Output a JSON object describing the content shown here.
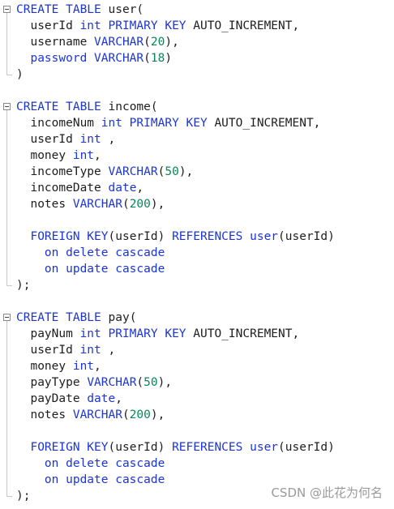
{
  "blocks": [
    {
      "lines": [
        [
          [
            "kw",
            "CREATE TABLE "
          ],
          [
            "plain",
            "user("
          ]
        ],
        [
          [
            "plain",
            "  userId "
          ],
          [
            "kw",
            "int PRIMARY KEY "
          ],
          [
            "plain",
            "AUTO_INCREMENT,"
          ]
        ],
        [
          [
            "plain",
            "  username "
          ],
          [
            "kw",
            "VARCHAR"
          ],
          [
            "plain",
            "("
          ],
          [
            "num",
            "20"
          ],
          [
            "plain",
            "),"
          ]
        ],
        [
          [
            "kw",
            "  password "
          ],
          [
            "kw",
            "VARCHAR"
          ],
          [
            "plain",
            "("
          ],
          [
            "num",
            "18"
          ],
          [
            "plain",
            ")"
          ]
        ],
        [
          [
            "plain",
            ")"
          ]
        ]
      ]
    },
    {
      "lines": [
        [
          [
            "kw",
            "CREATE TABLE "
          ],
          [
            "plain",
            "income("
          ]
        ],
        [
          [
            "plain",
            "  incomeNum "
          ],
          [
            "kw",
            "int PRIMARY KEY "
          ],
          [
            "plain",
            "AUTO_INCREMENT,"
          ]
        ],
        [
          [
            "plain",
            "  userId "
          ],
          [
            "kw",
            "int "
          ],
          [
            "plain",
            ","
          ]
        ],
        [
          [
            "plain",
            "  money "
          ],
          [
            "kw",
            "int"
          ],
          [
            "plain",
            ","
          ]
        ],
        [
          [
            "plain",
            "  incomeType "
          ],
          [
            "kw",
            "VARCHAR"
          ],
          [
            "plain",
            "("
          ],
          [
            "num",
            "50"
          ],
          [
            "plain",
            "),"
          ]
        ],
        [
          [
            "plain",
            "  incomeDate "
          ],
          [
            "kw",
            "date"
          ],
          [
            "plain",
            ","
          ]
        ],
        [
          [
            "plain",
            "  notes "
          ],
          [
            "kw",
            "VARCHAR"
          ],
          [
            "plain",
            "("
          ],
          [
            "num",
            "200"
          ],
          [
            "plain",
            "),"
          ]
        ],
        [
          [
            "plain",
            ""
          ]
        ],
        [
          [
            "kw",
            "  FOREIGN KEY"
          ],
          [
            "plain",
            "(userId) "
          ],
          [
            "kw",
            "REFERENCES user"
          ],
          [
            "plain",
            "(userId)"
          ]
        ],
        [
          [
            "kw",
            "    on delete cascade"
          ]
        ],
        [
          [
            "kw",
            "    on update cascade"
          ]
        ],
        [
          [
            "plain",
            ");"
          ]
        ]
      ]
    },
    {
      "lines": [
        [
          [
            "kw",
            "CREATE TABLE "
          ],
          [
            "plain",
            "pay("
          ]
        ],
        [
          [
            "plain",
            "  payNum "
          ],
          [
            "kw",
            "int PRIMARY KEY "
          ],
          [
            "plain",
            "AUTO_INCREMENT,"
          ]
        ],
        [
          [
            "plain",
            "  userId "
          ],
          [
            "kw",
            "int "
          ],
          [
            "plain",
            ","
          ]
        ],
        [
          [
            "plain",
            "  money "
          ],
          [
            "kw",
            "int"
          ],
          [
            "plain",
            ","
          ]
        ],
        [
          [
            "plain",
            "  payType "
          ],
          [
            "kw",
            "VARCHAR"
          ],
          [
            "plain",
            "("
          ],
          [
            "num",
            "50"
          ],
          [
            "plain",
            "),"
          ]
        ],
        [
          [
            "plain",
            "  payDate "
          ],
          [
            "kw",
            "date"
          ],
          [
            "plain",
            ","
          ]
        ],
        [
          [
            "plain",
            "  notes "
          ],
          [
            "kw",
            "VARCHAR"
          ],
          [
            "plain",
            "("
          ],
          [
            "num",
            "200"
          ],
          [
            "plain",
            "),"
          ]
        ],
        [
          [
            "plain",
            ""
          ]
        ],
        [
          [
            "kw",
            "  FOREIGN KEY"
          ],
          [
            "plain",
            "(userId) "
          ],
          [
            "kw",
            "REFERENCES user"
          ],
          [
            "plain",
            "(userId)"
          ]
        ],
        [
          [
            "kw",
            "    on delete cascade"
          ]
        ],
        [
          [
            "kw",
            "    on update cascade"
          ]
        ],
        [
          [
            "plain",
            ");"
          ]
        ]
      ]
    }
  ],
  "colors": {
    "keyword": "#1b35d6",
    "number": "#098658",
    "text": "#1e1e1e"
  },
  "watermark": "CSDN @此花为何名"
}
